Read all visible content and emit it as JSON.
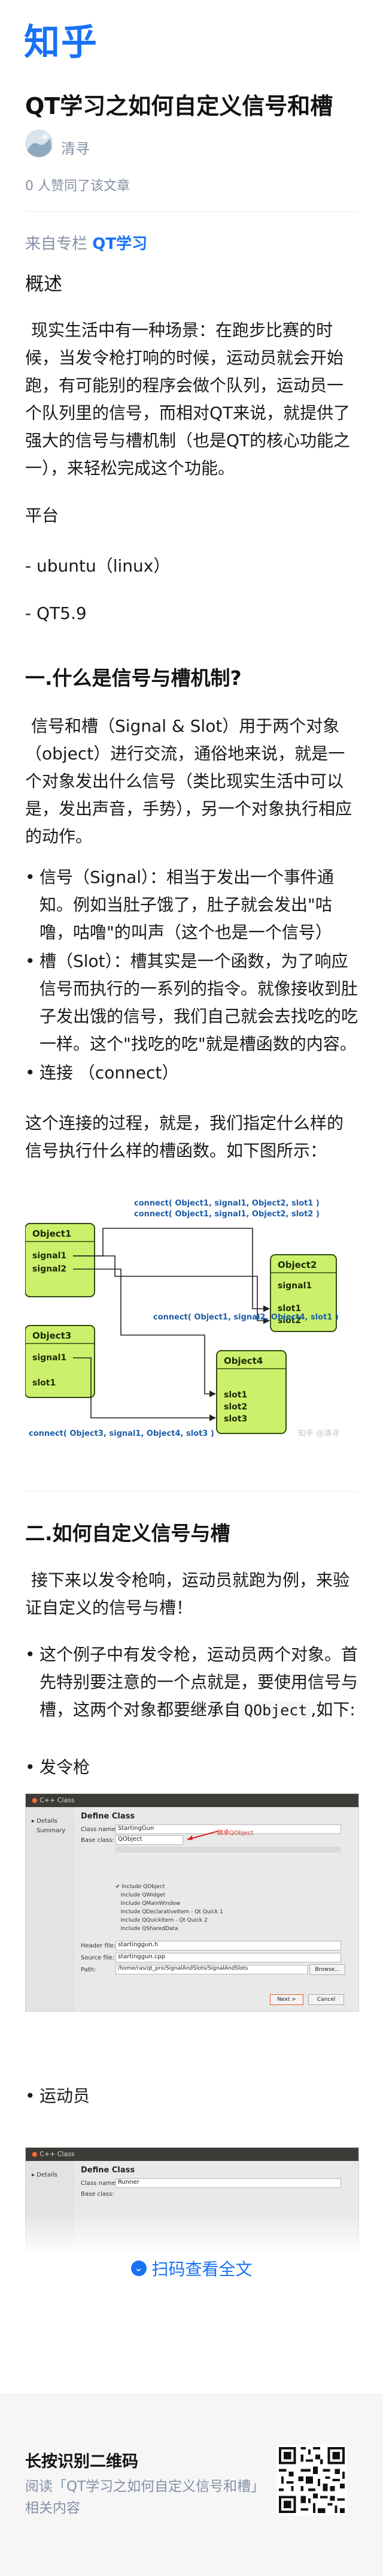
{
  "brand": {
    "logo": "知乎"
  },
  "article": {
    "title": "QT学习之如何自定义信号和槽",
    "author": "清寻",
    "votes": "0 人赞同了该文章",
    "column_prefix": "来自专栏",
    "column_name": "QT学习"
  },
  "section_overview": {
    "heading": "概述",
    "paragraph": "现实生活中有一种场景：在跑步比赛的时候，当发令枪打响的时候，运动员就会开始跑，有可能别的程序会做个队列，运动员一个队列里的信号，而相对QT来说，就提供了强大的信号与槽机制（也是QT的核心功能之一），来轻松完成这个功能。",
    "platform_label": "平台",
    "platform_items": [
      "- ubuntu（linux）",
      "- QT5.9"
    ]
  },
  "section1": {
    "heading": "一.什么是信号与槽机制?",
    "intro": "信号和槽（Signal & Slot）用于两个对象（object）进行交流，通俗地来说，就是一个对象发出什么信号（类比现实生活中可以是，发出声音，手势），另一个对象执行相应的动作。",
    "bullets": [
      "信号（Signal）：相当于发出一个事件通知。例如当肚子饿了，肚子就会发出\"咕噜，咕噜\"的叫声（这个也是一个信号）",
      "槽（Slot）：槽其实是一个函数，为了响应信号而执行的一系列的指令。就像接收到肚子发出饿的信号，我们自己就会去找吃的吃一样。这个\"找吃的吃\"就是槽函数的内容。",
      "连接 （connect）"
    ],
    "after": "这个连接的过程，就是，我们指定什么样的信号执行什么样的槽函数。如下图所示："
  },
  "diagram": {
    "connect_labels": [
      "connect( Object1, signal1, Object2, slot1 )",
      "connect( Object1, signal1, Object2, slot2 )",
      "connect( Object1, signal2, Object4, slot1 )",
      "connect( Object3, signal1, Object4, slot3 )"
    ],
    "objects": [
      {
        "name": "Object1",
        "items": [
          "signal1",
          "signal2"
        ]
      },
      {
        "name": "Object2",
        "items": [
          "signal1",
          "slot1",
          "slot2"
        ]
      },
      {
        "name": "Object3",
        "items": [
          "signal1",
          "slot1"
        ]
      },
      {
        "name": "Object4",
        "items": [
          "slot1",
          "slot2",
          "slot3"
        ]
      }
    ],
    "watermark": "知乎 @清寻"
  },
  "section2": {
    "heading": "二.如何自定义信号与槽",
    "intro": "接下来以发令枪响，运动员就跑为例，来验证自定义的信号与槽！",
    "bullet1": "这个例子中有发令枪，运动员两个对象。首先特别要注意的一个点就是，要使用信号与槽，这两个对象都要继承自",
    "bullet1_code": "QObject",
    "bullet1_tail": ",如下:",
    "bullet2": "发令枪",
    "bullet3": "运动员"
  },
  "dialog1": {
    "window_title": "C++ Class",
    "sidebar": [
      "Details",
      "Summary"
    ],
    "heading": "Define Class",
    "class_name_label": "Class name:",
    "class_name_value": "StartingGun",
    "base_class_label": "Base class:",
    "base_class_value": "QObject",
    "annotation": "继承QObject",
    "checks": [
      "Include QObject",
      "Include QWidget",
      "Include QMainWindow",
      "Include QDeclarativeItem - Qt Quick 1",
      "Include QQuickItem - Qt Quick 2",
      "Include QSharedData"
    ],
    "header_label": "Header file:",
    "header_value": "startinggun.h",
    "source_label": "Source file:",
    "source_value": "startinggun.cpp",
    "path_label": "Path:",
    "path_value": "/home/ras/qt_pro/SignalAndSlots/SignalAndSlots",
    "browse": "Browse...",
    "next": "Next >",
    "cancel": "Cancel"
  },
  "dialog2": {
    "window_title": "C++ Class",
    "sidebar": [
      "Details"
    ],
    "heading": "Define Class",
    "class_name_label": "Class name:",
    "class_name_value": "Runner",
    "base_class_label": "Base class:"
  },
  "expand": {
    "label": "扫码查看全文"
  },
  "footer": {
    "title": "长按识别二维码",
    "desc": "阅读「QT学习之如何自定义信号和槽」相关内容"
  },
  "colors": {
    "brand_blue": "#1772f6",
    "node_fill": "#ccf06b",
    "node_border": "#2e4a10",
    "connect_text": "#1f5ea8"
  }
}
